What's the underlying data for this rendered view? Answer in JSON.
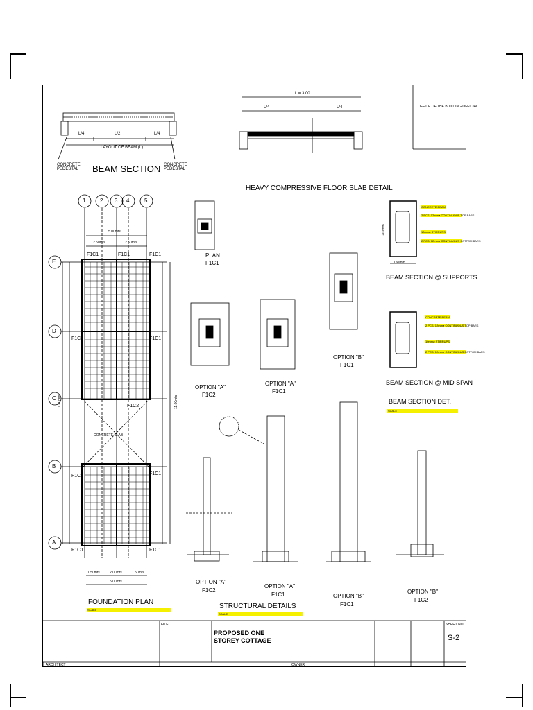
{
  "drawing": {
    "beam_section_title": "BEAM SECTION",
    "concrete_pedestal_left": "CONCRETE\nPEDESTAL",
    "concrete_pedestal_right": "CONCRETE\nPEDESTAL",
    "layout_of_beam": "LAYOUT OF BEAM (L)",
    "l4_left": "L/4",
    "l2": "L/2",
    "l4_right": "L/4",
    "slab_l": "L = 3.00",
    "slab_l4_left": "L/4",
    "slab_l4_right": "L/4",
    "slab_detail_title": "HEAVY COMPRESSIVE FLOOR SLAB DETAIL",
    "grid_cols": [
      "1",
      "2",
      "3",
      "4",
      "5"
    ],
    "grid_rows": [
      "E",
      "D",
      "C",
      "B",
      "A"
    ],
    "dim_total_top": "5.00mts",
    "dim_half_left": "2.50mts",
    "dim_half_right": "2.50mts",
    "dim_bottom_left": "1.50mts",
    "dim_bottom_mid": "2.00mts",
    "dim_bottom_right": "1.50mts",
    "dim_bottom_total": "5.00mts",
    "dim_left_total": "11.00mts",
    "dim_right_total": "11.00mts",
    "footing_f1c1": "F1C1",
    "footing_f1c2": "F1C2",
    "concrete_slab": "CONCRETE SLAB",
    "plan_label": "PLAN",
    "plan_code": "F1C1",
    "opt_a_f1c2": "OPTION \"A\"",
    "opt_a_f1c2_code": "F1C2",
    "opt_a_f1c1": "OPTION \"A\"",
    "opt_a_f1c1_code": "F1C1",
    "opt_b_f1c1": "OPTION \"B\"",
    "opt_b_f1c1_code": "F1C1",
    "beam_supports": "BEAM SECTION @ SUPPORTS",
    "beam_midspan": "BEAM SECTION @ MID SPAN",
    "beam_det": "BEAM SECTION DET.",
    "sup_notes": [
      "CONCRETE BEAM",
      "2 PCS. 12mmø CONTINUOUS TOP BARS",
      "10mmø STIRRUPS",
      "2 PCS. 12mmø CONTINUOUS BOTTOM BARS"
    ],
    "mid_notes": [
      "CONCRETE BEAM",
      "2 PCS. 12mmø CONTINUOUS TOP BARS",
      "10mmø STIRRUPS",
      "2 PCS. 12mmø CONTINUOUS BOTTOM BARS"
    ],
    "dim_150": "150mm",
    "dim_200": "200mm",
    "foundation_plan": "FOUNDATION PLAN",
    "structural_details": "STRUCTURAL DETAILS",
    "bot_opt_a_f1c2": "OPTION \"A\"",
    "bot_opt_a_f1c2_code": "F1C2",
    "bot_opt_a_f1c1": "OPTION \"A\"",
    "bot_opt_a_f1c1_code": "F1C1",
    "bot_opt_b_f1c1": "OPTION \"B\"",
    "bot_opt_b_f1c1_code": "F1C1",
    "bot_opt_b_f1c2": "OPTION \"B\"",
    "bot_opt_b_f1c2_code": "F1C2",
    "scale_word": "SCALE",
    "office": "OFFICE OF THE BUILDING OFFICIAL"
  },
  "title_block": {
    "project_title": "PROPOSED ONE STOREY COTTAGE",
    "file_label": "FILE:",
    "sheet_label": "SHEET NO.",
    "sheet_no": "S-2",
    "architect": "ARCHITECT",
    "owner": "OWNER"
  }
}
